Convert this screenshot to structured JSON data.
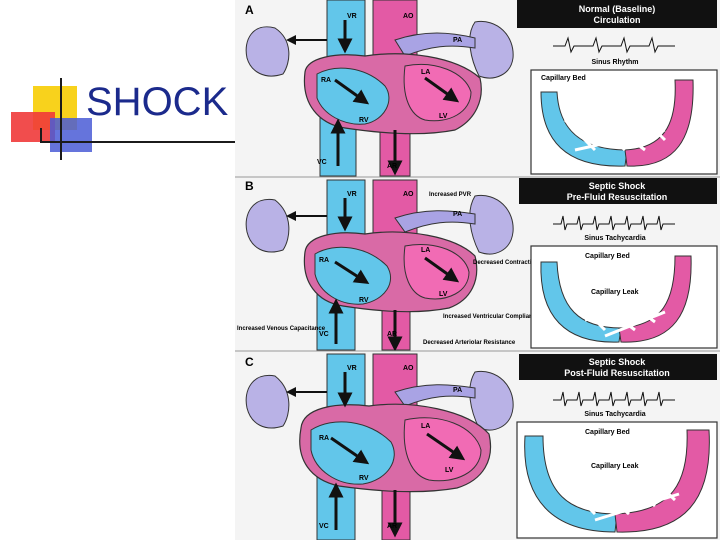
{
  "slide": {
    "title": "SHOCK"
  },
  "colors": {
    "title": "#1b2a8c",
    "deco_yellow": "#f8d21c",
    "deco_red": "#f03a3a",
    "deco_blue": "#4a5cd6",
    "venous": "#62c6ea",
    "arterial": "#e35aa5",
    "lung": "#b9b2e6",
    "panel_dark": "#111111"
  },
  "panels": [
    {
      "letter": "A",
      "heading_line1": "Normal (Baseline)",
      "heading_line2": "Circulation",
      "rhythm": "Sinus Rhythm",
      "bed": "Capillary Bed",
      "labels": {
        "vr": "VR",
        "ao": "AO",
        "pa": "PA",
        "ra": "RA",
        "la": "LA",
        "rv": "RV",
        "lv": "LV",
        "vc": "VC",
        "ar": "AR"
      }
    },
    {
      "letter": "B",
      "heading_line1": "Septic Shock",
      "heading_line2": "Pre-Fluid Resuscitation",
      "rhythm": "Sinus Tachycardia",
      "bed": "Capillary Bed",
      "leak": "Capillary Leak",
      "labels": {
        "vr": "VR",
        "ao": "AO",
        "pa": "PA",
        "ra": "RA",
        "la": "LA",
        "rv": "RV",
        "lv": "LV",
        "vc": "VC",
        "ar": "AR"
      },
      "annotations": {
        "pvr": "Increased PVR",
        "contractility": "Decreased Contractility",
        "compliance": "Increased Ventricular Compliance",
        "venous_cap": "Increased Venous Capacitance",
        "arterial_res": "Decreased Arteriolar Resistance"
      }
    },
    {
      "letter": "C",
      "heading_line1": "Septic Shock",
      "heading_line2": "Post-Fluid Resuscitation",
      "rhythm": "Sinus Tachycardia",
      "bed": "Capillary Bed",
      "leak": "Capillary Leak",
      "labels": {
        "vr": "VR",
        "ao": "AO",
        "pa": "PA",
        "ra": "RA",
        "la": "LA",
        "rv": "RV",
        "lv": "LV",
        "vc": "VC",
        "ar": "AR"
      }
    }
  ]
}
